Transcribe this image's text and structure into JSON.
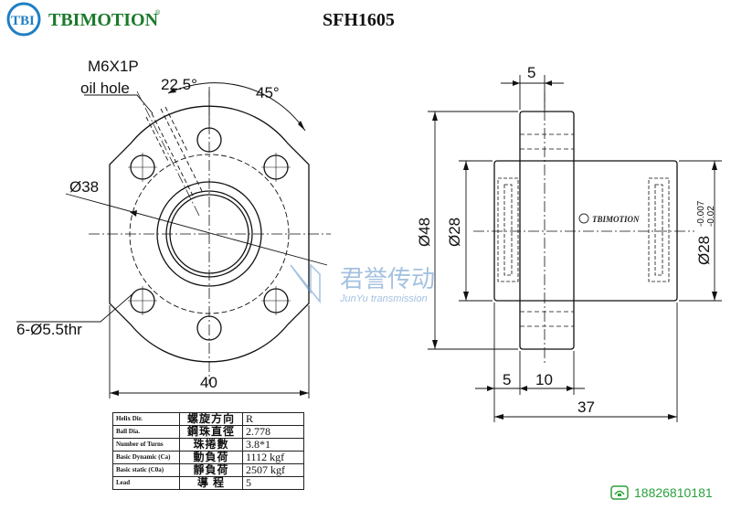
{
  "brand": {
    "badge": "TBI",
    "name": "TBIMOTION",
    "reg": "®"
  },
  "model": "SFH1605",
  "left_view": {
    "oil_hole_label_1": "M6X1P",
    "oil_hole_label_2": "oil hole",
    "angle_1": "22.5°",
    "angle_2": "45°",
    "pcd_label": "Ø38",
    "holes_label": "6-Ø5.5thr",
    "width_label": "40"
  },
  "right_view": {
    "flange_thickness_top": "5",
    "outer_dia": "Ø48",
    "body_dia": "Ø28",
    "body_dia_tol": "Ø28",
    "tol_upper": "-0.007",
    "tol_lower": "-0.02",
    "dim_left": "5",
    "dim_mid": "10",
    "overall_length": "37",
    "nut_logo": "TBIMOTION"
  },
  "watermark": {
    "cn": "君誉传动",
    "en": "JunYu transmission"
  },
  "spec_table": [
    [
      "Helix Dir.",
      "螺旋方向",
      "R"
    ],
    [
      "Ball Dia.",
      "鋼珠直徑",
      "2.778"
    ],
    [
      "Number of Turns",
      "珠捲數",
      "3.8*1"
    ],
    [
      "Basic Dynamic (Ca)",
      "動負荷",
      "1112 kgf"
    ],
    [
      "Basic static (C0a)",
      "靜負荷",
      "2507 kgf"
    ],
    [
      "Lead",
      "導 程",
      "5"
    ]
  ],
  "contact": {
    "phone": "18826810181"
  },
  "colors": {
    "brand_blue": "#1f7fc4",
    "brand_green": "#1a7a2a",
    "phone_green": "#2aa13b",
    "watermark": "#5a8fc8"
  }
}
